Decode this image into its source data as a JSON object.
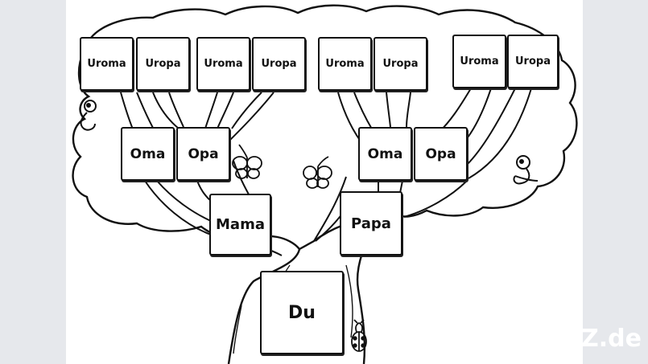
{
  "tree": {
    "great_grandparents": [
      "Uroma",
      "Uropa",
      "Uroma",
      "Uropa",
      "Uroma",
      "Uropa",
      "Uroma",
      "Uropa"
    ],
    "grandparents": [
      "Oma",
      "Opa",
      "Oma",
      "Opa"
    ],
    "parents": [
      "Mama",
      "Papa"
    ],
    "self": "Du"
  },
  "watermark": "Z.de",
  "colors": {
    "background": "#e6e8ec",
    "card": "#ffffff",
    "ink": "#111111"
  }
}
